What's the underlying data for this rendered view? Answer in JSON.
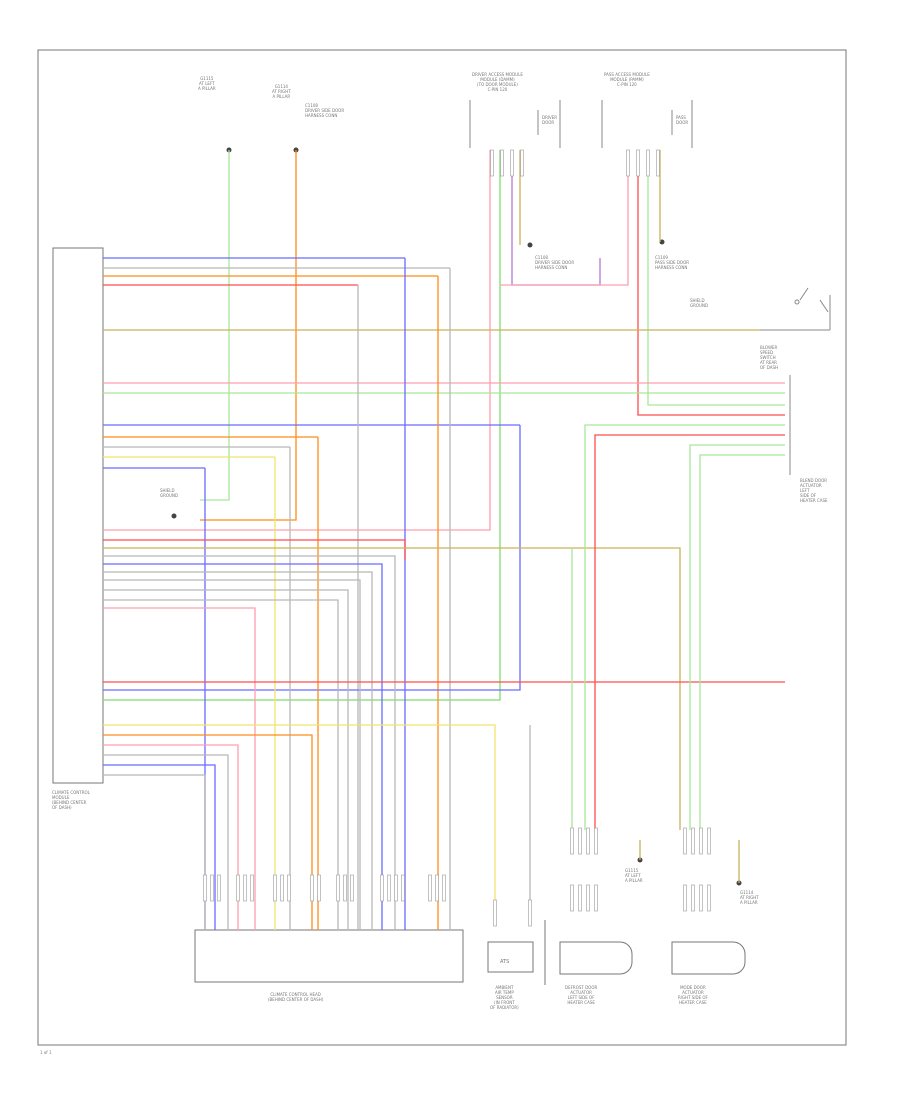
{
  "diagram": {
    "page_label": "1 of 1",
    "labels": {
      "ground_a": "G1115\nAT LEFT\nA PILLAR",
      "ground_b": "G1114\nAT RIGHT\nA PILLAR",
      "top_conn_1": "DRIVER ACCESS MODULE\nMODULE (DAMM)\n(TO DOOR MODULE)\nC-PIN 120",
      "top_conn_2": "PASS ACCESS MODULE\nMODULE (PAMM)\nC-PIN 120",
      "top_conn_1_side": "DRIVER\nDOOR",
      "top_conn_2_side": "PASS\nDOOR",
      "wire_note_1": "C1108\nDRIVER SIDE DOOR\nHARNESS CONN",
      "wire_note_2": "C1109\nPASS SIDE DOOR\nHARNESS CONN",
      "switch_label": "BLOWER\nSPEED\nSWITCH\nAT REAR\nOF DASH",
      "right_conn_label": "BLEND DOOR\nACTUATOR\nLEFT\nSIDE OF\nHEATER CASE",
      "ecm_label": "CLIMATE CONTROL\nMODULE\n(BEHIND CENTER\nOF DASH)",
      "small_ground_label": "SHIELD\nGROUND",
      "bottom_main": "CLIMATE CONTROL HEAD\n(BEHIND CENTER OF DASH)",
      "bottom_ambient": "AMBIENT\nAIR TEMP\nSENSOR\n(IN FRONT\nOF RADIATOR)",
      "bottom_ambient_box": "ATS",
      "bottom_actuator_1": "DEFROST DOOR\nACTUATOR\nLEFT SIDE OF\nHEATER CASE",
      "bottom_actuator_2": "MODE DOOR\nACTUATOR\nRIGHT SIDE OF\nHEATER CASE",
      "bottom_ground_1": "G1115\nAT LEFT\nA PILLAR",
      "bottom_ground_2": "G1114\nAT RIGHT\nA PILLAR"
    },
    "colors": {
      "blue": "#6b6bff",
      "orange": "#ff8c1a",
      "red": "#ff4d4d",
      "pink": "#ff9fb0",
      "green": "#7dde6e",
      "yellow": "#f0e46a",
      "olive": "#c9b25a",
      "gray": "#b8b8b8",
      "purple": "#b27ad6",
      "lightgreen": "#a6e89a"
    }
  }
}
